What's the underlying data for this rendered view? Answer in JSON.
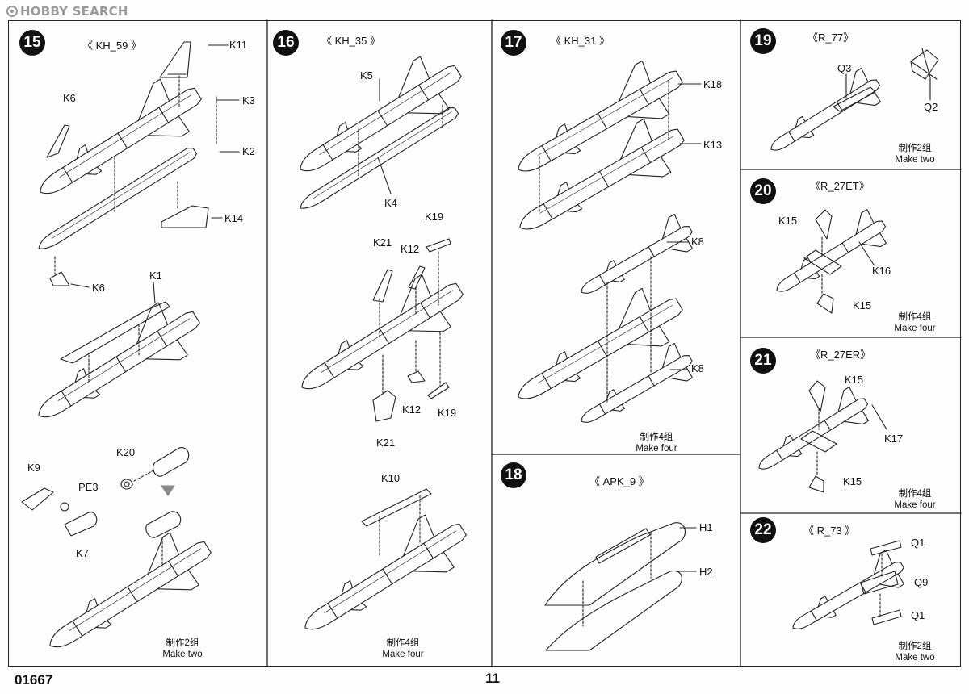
{
  "watermark": "HOBBY SEARCH",
  "footer": {
    "code": "01667",
    "page": "11"
  },
  "steps": [
    {
      "num": "15",
      "title": "《 KH_59 》",
      "note_cn": "制作2组",
      "note_en": "Make two",
      "labels": [
        "K11",
        "K6",
        "K3",
        "K2",
        "K14",
        "K6",
        "K1",
        "K20",
        "K9",
        "PE3",
        "K7"
      ]
    },
    {
      "num": "16",
      "title": "《 KH_35 》",
      "note_cn": "制作4组",
      "note_en": "Make four",
      "labels": [
        "K5",
        "K4",
        "K19",
        "K21",
        "K12",
        "K12",
        "K19",
        "K21",
        "K10"
      ]
    },
    {
      "num": "17",
      "title": "《 KH_31 》",
      "note_cn": "制作4组",
      "note_en": "Make four",
      "labels": [
        "K18",
        "K13",
        "K8",
        "K8"
      ]
    },
    {
      "num": "18",
      "title": "《 APK_9 》",
      "labels": [
        "H1",
        "H2"
      ]
    },
    {
      "num": "19",
      "title": "《R_77》",
      "note_cn": "制作2组",
      "note_en": "Make two",
      "labels": [
        "Q3",
        "Q2"
      ]
    },
    {
      "num": "20",
      "title": "《R_27ET》",
      "note_cn": "制作4组",
      "note_en": "Make four",
      "labels": [
        "K15",
        "K16",
        "K15"
      ]
    },
    {
      "num": "21",
      "title": "《R_27ER》",
      "note_cn": "制作4组",
      "note_en": "Make four",
      "labels": [
        "K15",
        "K17",
        "K15"
      ]
    },
    {
      "num": "22",
      "title": "《 R_73 》",
      "note_cn": "制作2组",
      "note_en": "Make two",
      "labels": [
        "Q1",
        "Q9",
        "Q1"
      ]
    }
  ]
}
